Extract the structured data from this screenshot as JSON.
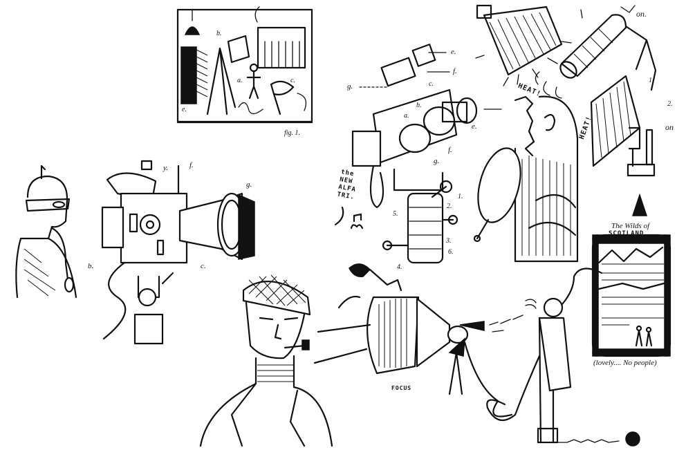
{
  "labels": {
    "fig": "fig. 1.",
    "heat_1": "HEAT!",
    "heat_2": "HEAT!",
    "on_1": "on.",
    "on_2": "on",
    "new_alfa": [
      "the",
      "NEW",
      "ALFA",
      "TRI."
    ],
    "focus": "FOCUS",
    "wilds_line1": "The Wilds of",
    "wilds_line2": "SCOTLAND",
    "lovely": "(lovely.... No people)"
  },
  "letters": {
    "a": "a.",
    "b": "b.",
    "c": "c.",
    "e": "e.",
    "f": "f.",
    "g": "g.",
    "n1": "1.",
    "n2": "2.",
    "n3": "3.",
    "n4": "4.",
    "n5": "5.",
    "n6": "6."
  },
  "colors": {
    "ink": "#111111",
    "paper": "#ffffff"
  }
}
